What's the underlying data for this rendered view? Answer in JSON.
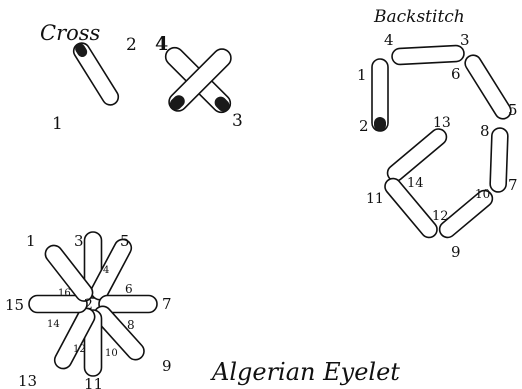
{
  "colors": {
    "ink": "#111111",
    "paper": "#ffffff"
  },
  "sections": {
    "cross": {
      "title": "Cross",
      "labels": [
        "1",
        "2",
        "4",
        "3"
      ]
    },
    "backstitch": {
      "title": "Backstitch",
      "labels": [
        "4",
        "3",
        "1",
        "6",
        "5",
        "2",
        "13",
        "8",
        "14",
        "7",
        "11",
        "10",
        "12",
        "9"
      ]
    },
    "algerian_eyelet": {
      "title": "Algerian Eyelet",
      "labels": [
        "1",
        "3",
        "5",
        "4",
        "6",
        "16",
        "2",
        "15",
        "7",
        "14",
        "12",
        "10",
        "8",
        "13",
        "11",
        "9"
      ]
    }
  }
}
